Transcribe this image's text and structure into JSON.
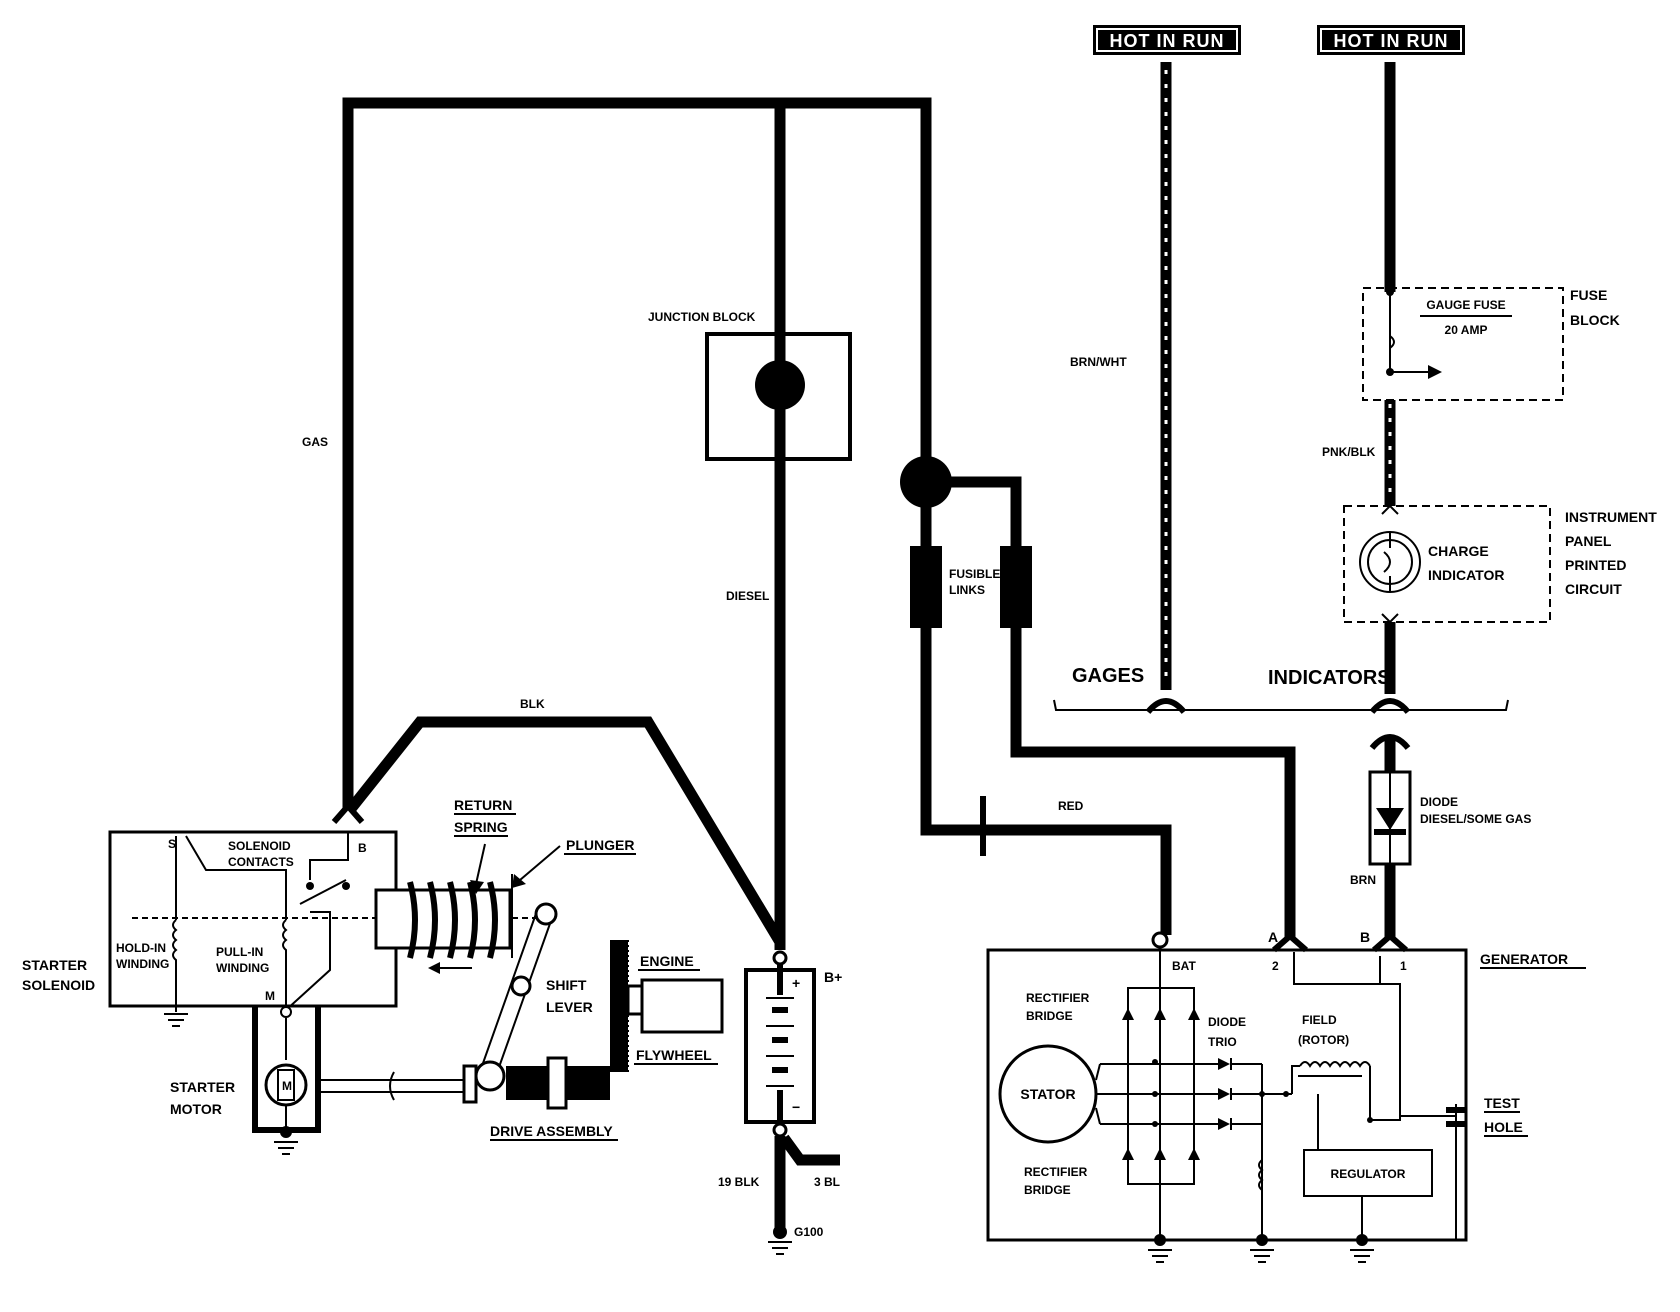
{
  "diagram": {
    "hot_labels": {
      "left": "HOT IN RUN",
      "right": "HOT IN RUN"
    },
    "fuse_block": {
      "label_1": "FUSE",
      "label_2": "BLOCK",
      "fuse_name": "GAUGE FUSE",
      "fuse_rating": "20 AMP"
    },
    "instrument_panel": {
      "line_1": "INSTRUMENT",
      "line_2": "PANEL",
      "line_3": "PRINTED",
      "line_4": "CIRCUIT",
      "charge_1": "CHARGE",
      "charge_2": "INDICATOR"
    },
    "wires": {
      "gas": "GAS",
      "diesel": "DIESEL",
      "blk": "BLK",
      "red": "RED",
      "brn_wht": "BRN/WHT",
      "pnk_blk": "PNK/BLK",
      "brn": "BRN",
      "blk19": "19 BLK",
      "bl3": "3 BL",
      "ground": "G100"
    },
    "junction_block": "JUNCTION BLOCK",
    "fusible_links_1": "FUSIBLE",
    "fusible_links_2": "LINKS",
    "bus": {
      "gages": "GAGES",
      "indicators": "INDICATORS"
    },
    "diode": {
      "line_1": "DIODE",
      "line_2": "DIESEL/SOME GAS"
    },
    "battery": {
      "term": "B+"
    },
    "solenoid": {
      "name_1": "STARTER",
      "name_2": "SOLENOID",
      "contacts_1": "SOLENOID",
      "contacts_2": "CONTACTS",
      "hold_1": "HOLD-IN",
      "hold_2": "WINDING",
      "pull_1": "PULL-IN",
      "pull_2": "WINDING",
      "term_s": "S",
      "term_b": "B",
      "term_m": "M"
    },
    "starter_parts": {
      "return_1": "RETURN",
      "return_2": "SPRING",
      "plunger": "PLUNGER",
      "shift_1": "SHIFT",
      "shift_2": "LEVER",
      "engine": "ENGINE",
      "flywheel": "FLYWHEEL",
      "drive": "DRIVE ASSEMBLY",
      "motor_1": "STARTER",
      "motor_2": "MOTOR",
      "motor_sym": "M"
    },
    "generator": {
      "name": "GENERATOR",
      "bat": "BAT",
      "term_a": "A",
      "term_b": "B",
      "pin_2": "2",
      "pin_1": "1",
      "rect_1a": "RECTIFIER",
      "rect_1b": "BRIDGE",
      "rect_2a": "RECTIFIER",
      "rect_2b": "BRIDGE",
      "diode_1": "DIODE",
      "diode_2": "TRIO",
      "field_1": "FIELD",
      "field_2": "(ROTOR)",
      "stator": "STATOR",
      "regulator": "REGULATOR",
      "test_1": "TEST",
      "test_2": "HOLE"
    }
  }
}
